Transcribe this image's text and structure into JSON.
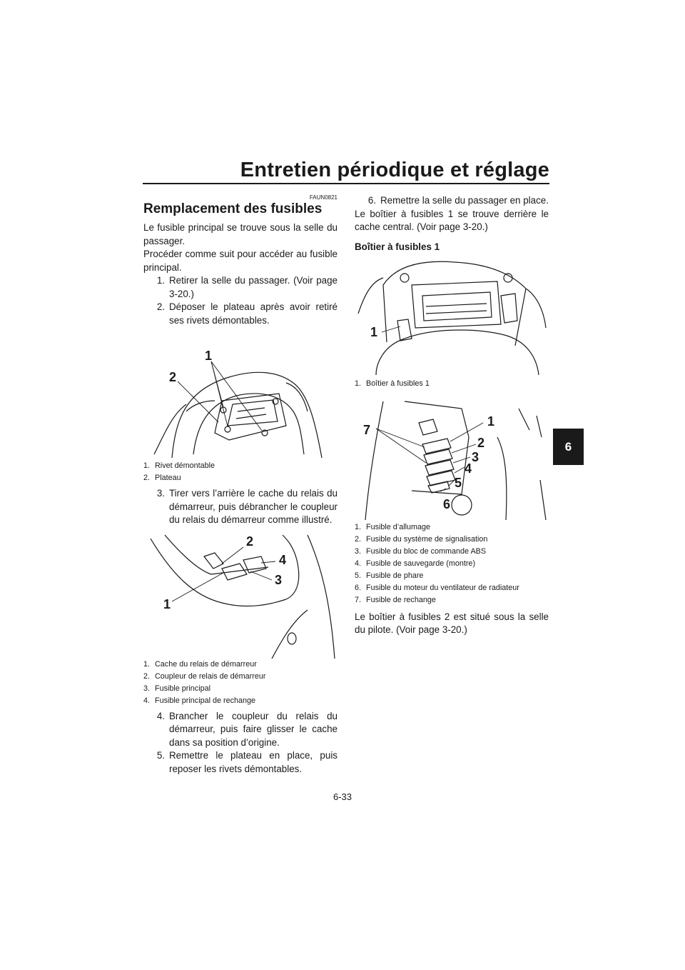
{
  "header": {
    "title": "Entretien périodique et réglage",
    "chapter_tab": "6"
  },
  "left": {
    "code": "FAUN0821",
    "heading": "Remplacement des fusibles",
    "intro1": "Le fusible principal se trouve sous la selle du passager.",
    "intro2": "Procéder comme suit pour accéder au fusible principal.",
    "steps_a": [
      {
        "num": "1.",
        "text": "Retirer la selle du passager. (Voir page 3-20.)"
      },
      {
        "num": "2.",
        "text": "Déposer le plateau après avoir retiré ses rivets démontables."
      }
    ],
    "fig1": {
      "callouts": [
        "1",
        "2"
      ]
    },
    "fig1_caption": [
      {
        "num": "1.",
        "text": "Rivet démontable"
      },
      {
        "num": "2.",
        "text": "Plateau"
      }
    ],
    "steps_b": [
      {
        "num": "3.",
        "text": "Tirer vers l’arrière le cache du relais du démarreur, puis débrancher le coupleur du relais du démarreur comme illustré."
      }
    ],
    "fig2": {
      "callouts": [
        "1",
        "2",
        "3",
        "4"
      ]
    },
    "fig2_caption": [
      {
        "num": "1.",
        "text": "Cache du relais de démarreur"
      },
      {
        "num": "2.",
        "text": "Coupleur de relais de démarreur"
      },
      {
        "num": "3.",
        "text": "Fusible principal"
      },
      {
        "num": "4.",
        "text": "Fusible principal de rechange"
      }
    ],
    "steps_c": [
      {
        "num": "4.",
        "text": "Brancher le coupleur du relais du démarreur, puis faire glisser le cache dans sa position d’origine."
      },
      {
        "num": "5.",
        "text": "Remettre le plateau en place, puis reposer les rivets démontables."
      }
    ]
  },
  "right": {
    "steps": [
      {
        "num": "6.",
        "text": "Remettre la selle du passager en place."
      }
    ],
    "para1": "Le boîtier à fusibles 1 se trouve derrière le cache central. (Voir page 3-20.)",
    "subheading": "Boîtier à fusibles 1",
    "fig3": {
      "callouts": [
        "1"
      ]
    },
    "fig3_caption": [
      {
        "num": "1.",
        "text": "Boîtier à fusibles 1"
      }
    ],
    "fig4": {
      "callouts": [
        "1",
        "2",
        "3",
        "4",
        "5",
        "6",
        "7"
      ]
    },
    "fig4_caption": [
      {
        "num": "1.",
        "text": "Fusible d’allumage"
      },
      {
        "num": "2.",
        "text": "Fusible du système de signalisation"
      },
      {
        "num": "3.",
        "text": "Fusible du bloc de commande ABS"
      },
      {
        "num": "4.",
        "text": "Fusible de sauvegarde (montre)"
      },
      {
        "num": "5.",
        "text": "Fusible de phare"
      },
      {
        "num": "6.",
        "text": "Fusible du moteur du ventilateur de radiateur"
      },
      {
        "num": "7.",
        "text": "Fusible de rechange"
      }
    ],
    "para2": "Le boîtier à fusibles 2 est situé sous la selle du pilote. (Voir page 3-20.)"
  },
  "footer": {
    "page_number": "6-33"
  }
}
